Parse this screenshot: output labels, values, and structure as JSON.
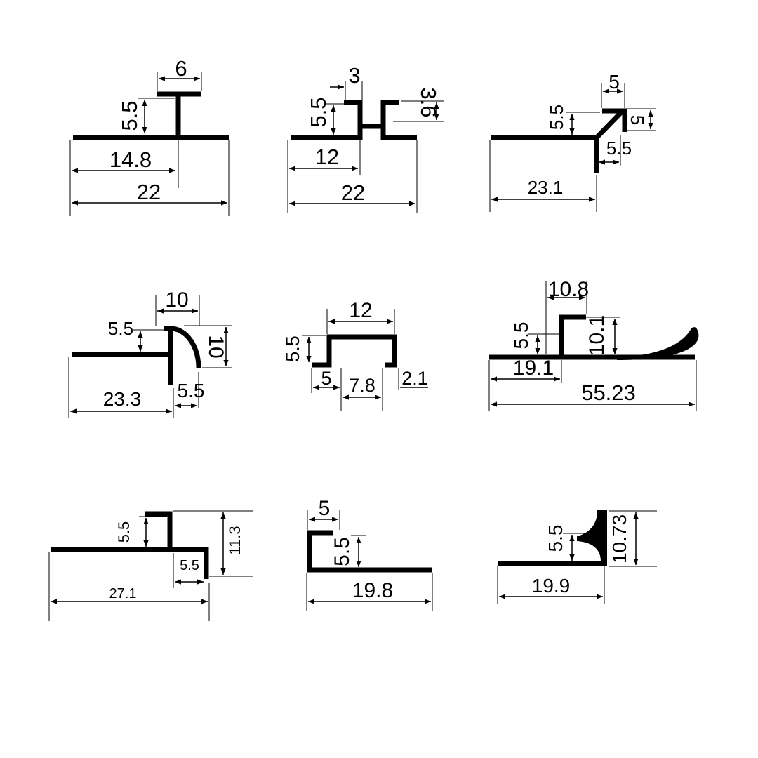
{
  "profiles": [
    {
      "name": "t-profile",
      "dims": [
        "6",
        "5.5",
        "14.8",
        "22"
      ]
    },
    {
      "name": "h-profile",
      "dims": [
        "3",
        "5.5",
        "3.6",
        "12",
        "22"
      ]
    },
    {
      "name": "corner-angle-profile",
      "dims": [
        "5",
        "5.5",
        "5",
        "5.5",
        "23.1"
      ]
    },
    {
      "name": "quarter-round-profile",
      "dims": [
        "10",
        "5.5",
        "10",
        "23.3",
        "5.5"
      ]
    },
    {
      "name": "u-channel-profile",
      "dims": [
        "12",
        "5.5",
        "5",
        "7.8",
        "2.1"
      ]
    },
    {
      "name": "stair-nosing-profile",
      "dims": [
        "10.8",
        "5.5",
        "10.1",
        "19.1",
        "55.23"
      ]
    },
    {
      "name": "step-edge-profile",
      "dims": [
        "5.5",
        "11.3",
        "5.5",
        "27.1"
      ]
    },
    {
      "name": "square-edge-profile",
      "dims": [
        "5",
        "5.5",
        "19.8"
      ]
    },
    {
      "name": "cove-edge-profile",
      "dims": [
        "5.5",
        "10.73",
        "19.9"
      ]
    }
  ]
}
